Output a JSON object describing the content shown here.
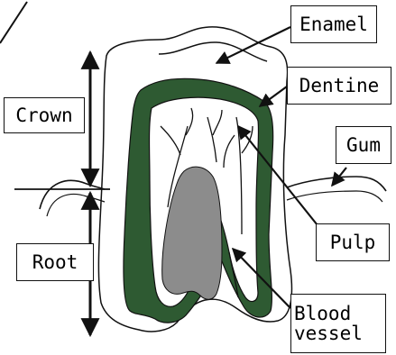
{
  "labels": {
    "enamel": "Enamel",
    "dentine": "Dentine",
    "crown": "Crown",
    "gum": "Gum",
    "root": "Root",
    "pulp": "Pulp",
    "blood_vessel": [
      "Blood",
      "vessel"
    ]
  },
  "colors": {
    "dentine_fill": "#2e5a32",
    "pulp_cavity_fill": "#8c8c8c",
    "outline": "#111111",
    "background": "#ffffff"
  }
}
